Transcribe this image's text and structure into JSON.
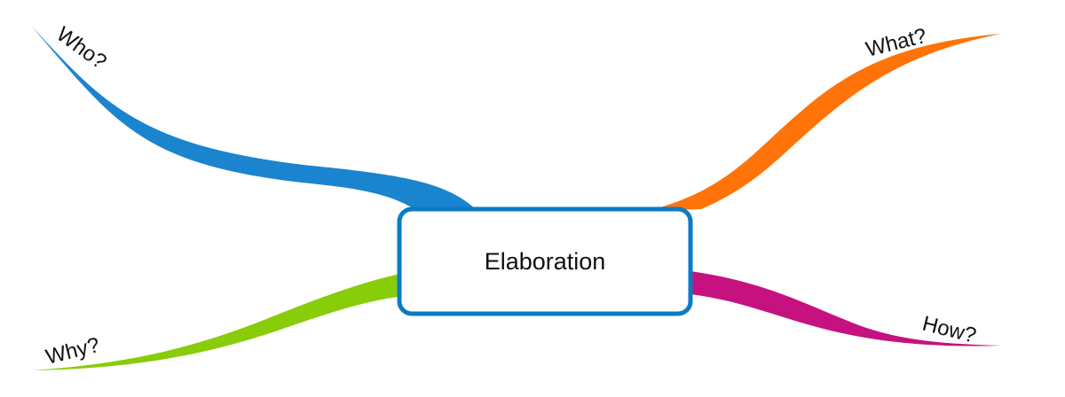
{
  "center": {
    "label": "Elaboration",
    "border_color": "#0a7bc4"
  },
  "branches": [
    {
      "label": "Who?",
      "color": "#1a84cf"
    },
    {
      "label": "What?",
      "color": "#ff7308"
    },
    {
      "label": "Why?",
      "color": "#88cc0a"
    },
    {
      "label": "How?",
      "color": "#c6127f"
    }
  ]
}
